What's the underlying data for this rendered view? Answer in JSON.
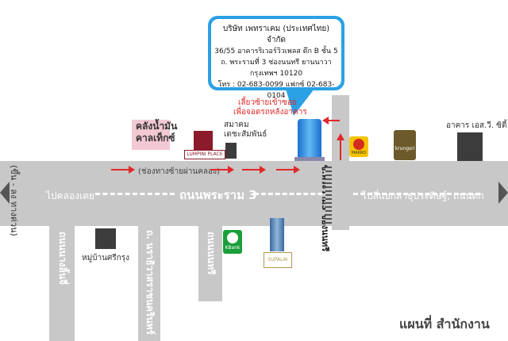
{
  "callout": {
    "company": "บริษัท เพทราเคม (ประเทศไทย) จำกัด",
    "address1": "36/55 อาคารริเวอร์วิวเพลส ตึก B ชั้น 5",
    "address2": "ถ. พระรามที่ 3 ช่องนนทรี ยานนาวา",
    "address3": "กรุงเทพฯ 10120",
    "phone": "โทร : 02-683-0099 แฟกซ์ 02-683-0104"
  },
  "note": {
    "line1": "เลี้ยวซ้ายเข้าซอย",
    "line2": "เพื่อจอดรถหลังอาคาร"
  },
  "roads": {
    "main": "ถนนพระราม 3",
    "main_left": "ไปคลองเตย",
    "main_right": "ไปสี่แยกสาธุประดิษฐ์, ถนนตก",
    "left_vertical": "(ขึ้น - ลง ทางด่วน)",
    "lane_note": "(ช่องทางซ้ายผ่านคลอง)",
    "soi1": "ถนนนางลิ้นจี่",
    "soi2": "ถ. นราธิวาสราชนครินทร์",
    "soi3": "ถนนนนทรี",
    "soi4": "ซ.พระราม3 ช่องนนทรี"
  },
  "places": {
    "klang": "คลังน้ำมัน\nคาลเท็กซ์",
    "samakom": "สมาคม\nเดชะสัมพันธ์",
    "lumpini": "LUMPINI PLACE",
    "eclub": "อาคาร เอส.วี. ซิตี้",
    "muban": "หมู่บ้านศรีกรุง",
    "kbank": "KBank",
    "supalai": "SUPALAI",
    "krungsri": "krungsri",
    "makro": "MAKRO"
  },
  "map_title": "แผนที่ สำนักงาน",
  "colors": {
    "road": "#c8c8c8",
    "accent": "#2aa1e4",
    "arrow": "#e02828"
  }
}
